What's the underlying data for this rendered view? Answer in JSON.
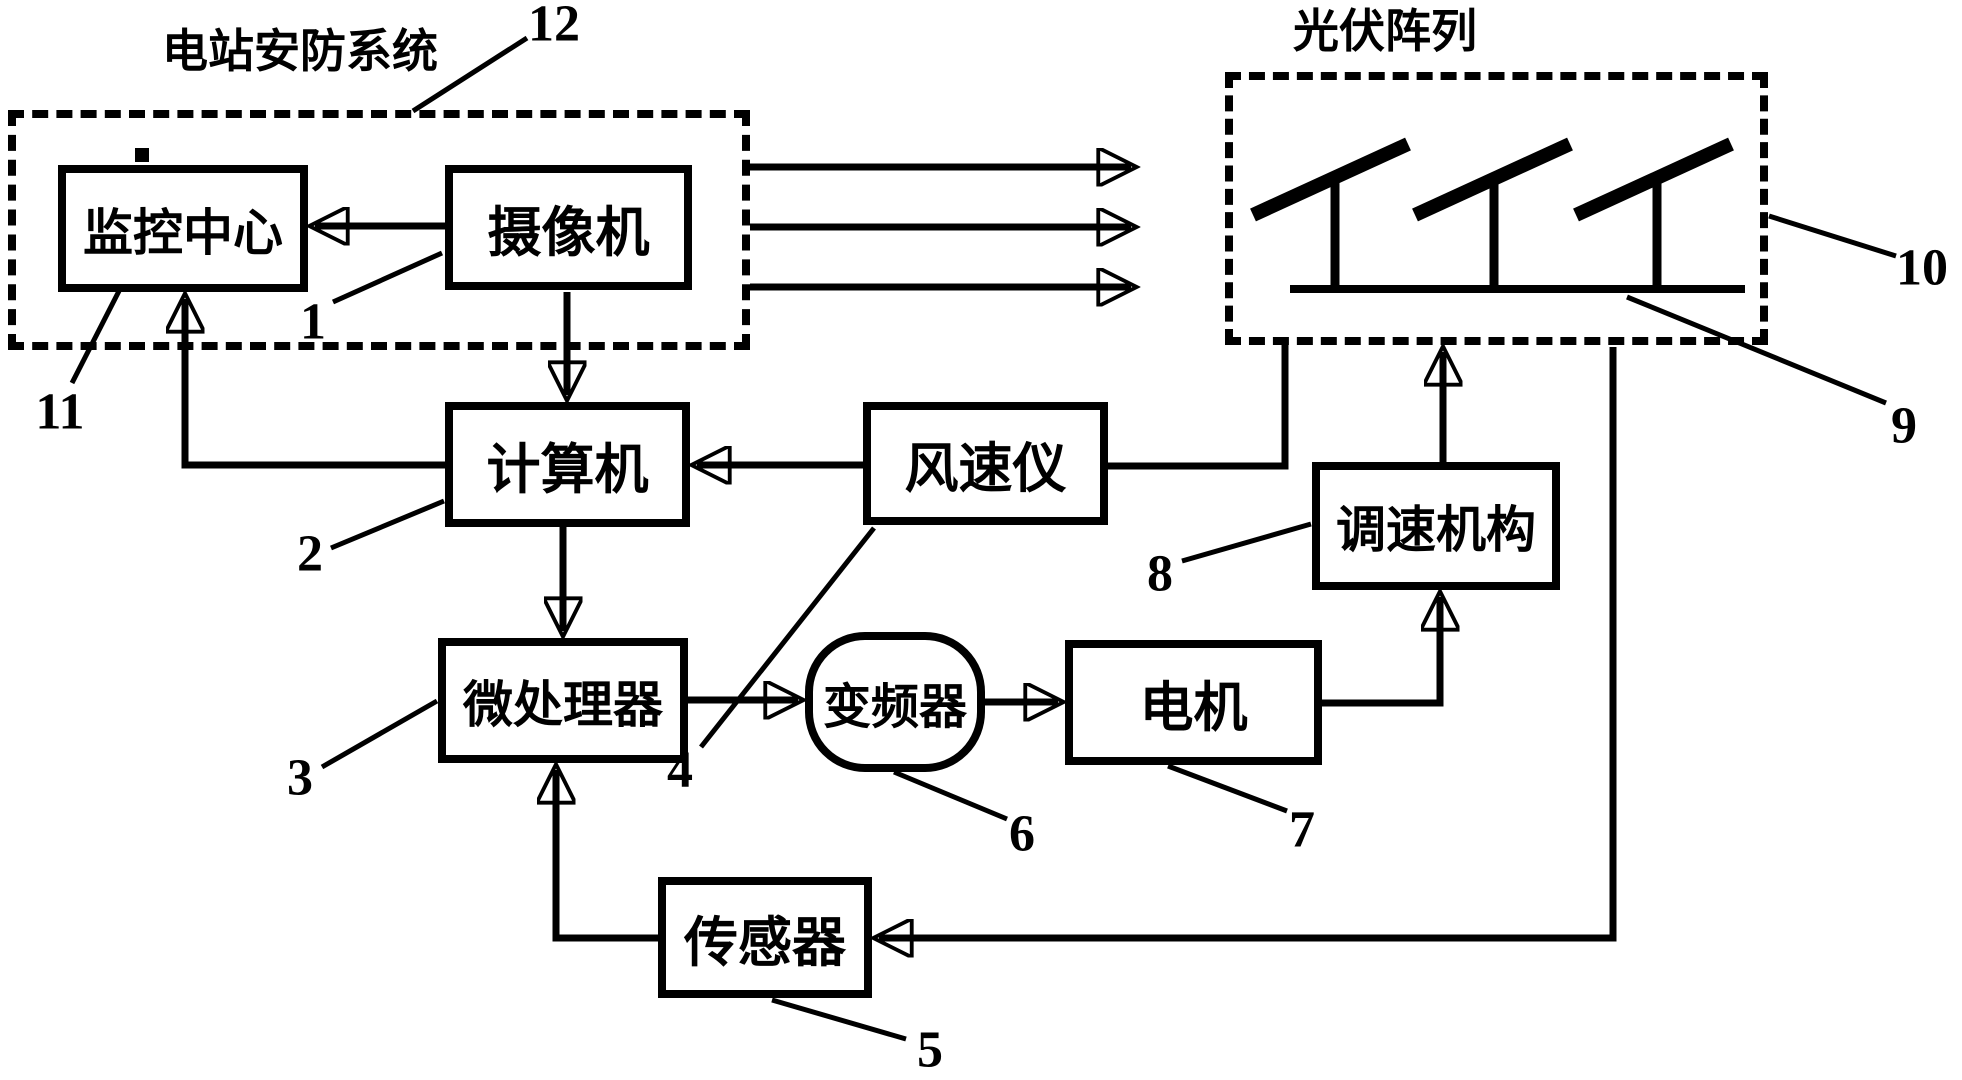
{
  "page": {
    "ink": "#000000",
    "paper": "#ffffff"
  },
  "titles": {
    "security_system": "电站安防系统",
    "pv_array": "光伏阵列"
  },
  "blocks": {
    "monitoring_center": {
      "label": "监控中心"
    },
    "camera": {
      "label": "摄像机"
    },
    "computer": {
      "label": "计算机"
    },
    "anemometer": {
      "label": "风速仪"
    },
    "microprocessor": {
      "label": "微处理器"
    },
    "inverter": {
      "label": "变频器"
    },
    "motor": {
      "label": "电机"
    },
    "speed_governor": {
      "label": "调速机构"
    },
    "sensor": {
      "label": "传感器"
    }
  },
  "callouts": {
    "1": "1",
    "2": "2",
    "3": "3",
    "4": "4",
    "5": "5",
    "6": "6",
    "7": "7",
    "8": "8",
    "9": "9",
    "10": "10",
    "11": "11",
    "12": "12"
  }
}
